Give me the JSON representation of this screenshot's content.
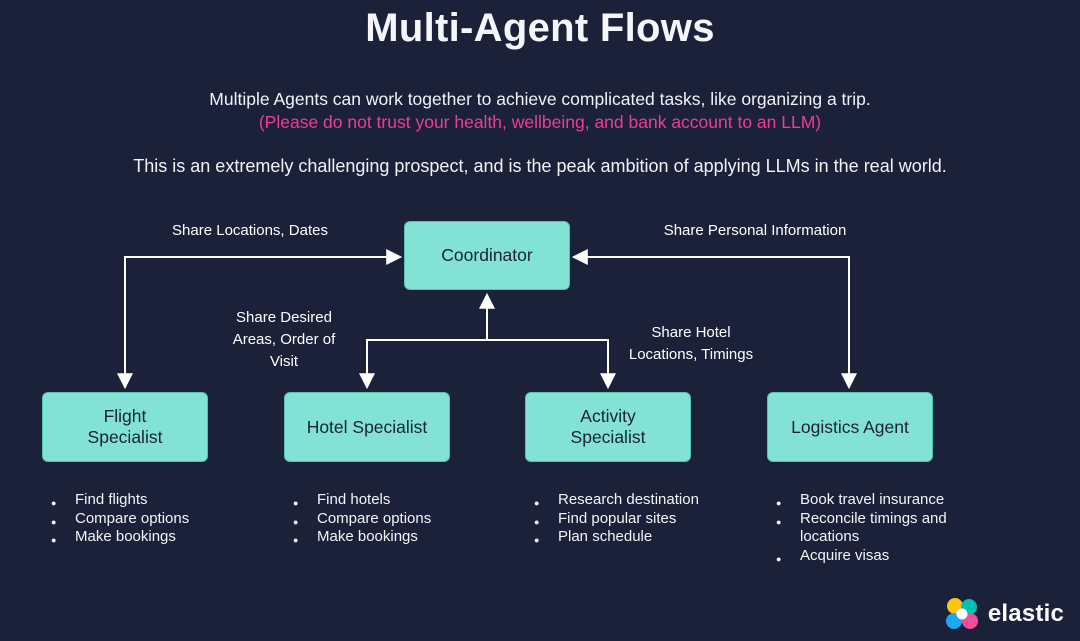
{
  "slide": {
    "title": "Multi-Agent Flows",
    "subtitle": "Multiple Agents can work together to achieve complicated tasks, like organizing a trip.",
    "warning": "(Please do not trust your health, wellbeing, and bank account to an LLM)",
    "body": "This is an extremely challenging prospect, and is the peak ambition of applying LLMs in the real world."
  },
  "diagram": {
    "coordinator": {
      "label": "Coordinator"
    },
    "edge_labels": {
      "left": "Share Locations, Dates",
      "right": "Share Personal Information",
      "mid_left": "Share Desired Areas, Order of Visit",
      "mid_right": "Share Hotel Locations, Timings"
    },
    "agents": [
      {
        "label": "Flight Specialist",
        "tasks": [
          "Find flights",
          "Compare options",
          "Make bookings"
        ]
      },
      {
        "label": "Hotel Specialist",
        "tasks": [
          "Find hotels",
          "Compare options",
          "Make bookings"
        ]
      },
      {
        "label": "Activity Specialist",
        "tasks": [
          "Research destination",
          "Find popular sites",
          "Plan schedule"
        ]
      },
      {
        "label": "Logistics Agent",
        "tasks": [
          "Book travel insurance",
          "Reconcile timings and locations",
          "Acquire visas"
        ]
      }
    ]
  },
  "footer": {
    "brand": "elastic"
  },
  "colors": {
    "background": "#1a2139",
    "node_fill": "#82e3d5",
    "node_text": "#1a2139",
    "warning_pink": "#ee3d96",
    "arrow": "#ffffff",
    "logo_yellow": "#fec514",
    "logo_teal": "#00bfb3",
    "logo_pink": "#f04e98",
    "logo_blue": "#1ba9f5"
  }
}
